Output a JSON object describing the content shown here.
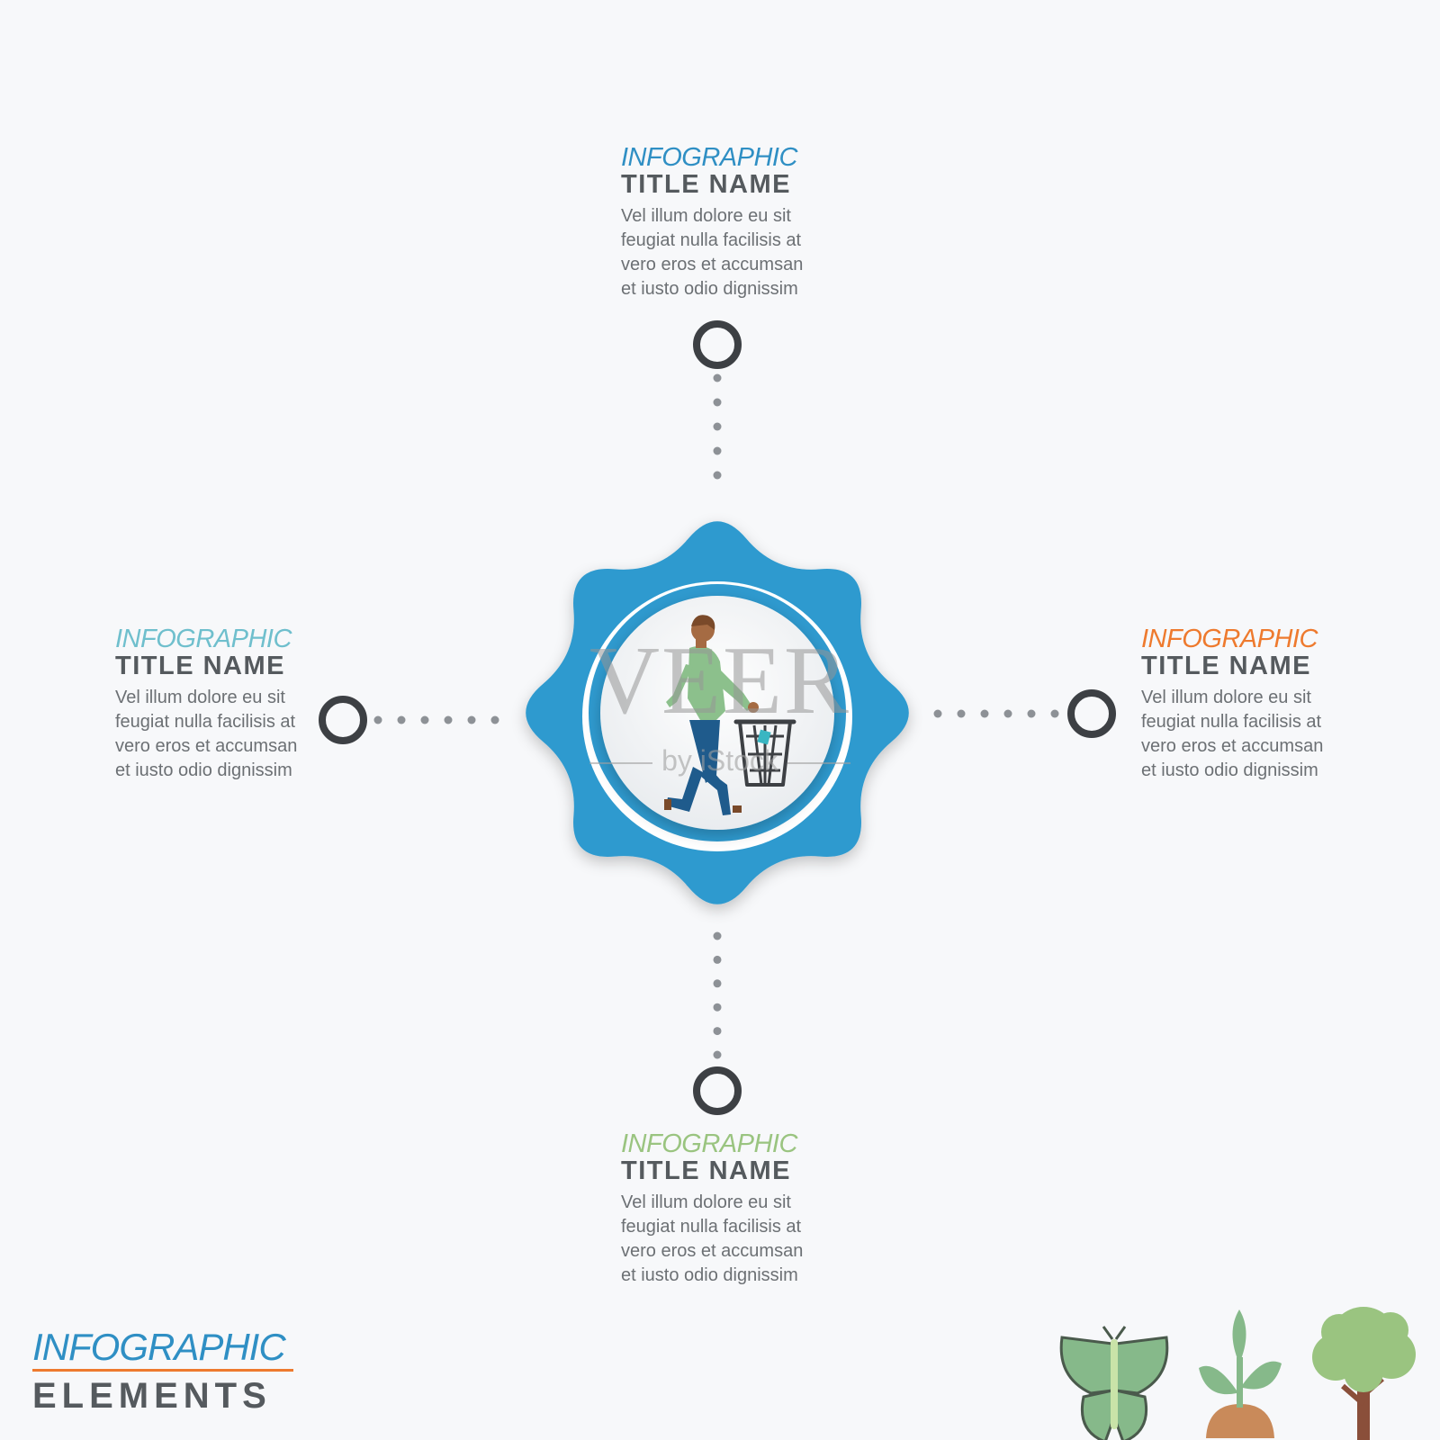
{
  "colors": {
    "star": "#2f9acf",
    "node": "#3d4044",
    "dots": "#8d9196",
    "top": "#2f8fc4",
    "left": "#6fbfcd",
    "right": "#ee7a2e",
    "bottom": "#9ac480",
    "footer_accent": "#2f8fc4",
    "footer_rule": "#ee7a2e"
  },
  "blocks": {
    "top": {
      "kicker": "INFOGRAPHIC",
      "title": "TITLE NAME",
      "lines": [
        "Vel illum dolore eu sit",
        "feugiat nulla facilisis at",
        "vero eros et accumsan",
        "et iusto odio dignissim"
      ]
    },
    "left": {
      "kicker": "INFOGRAPHIC",
      "title": "TITLE NAME",
      "lines": [
        "Vel illum dolore eu sit",
        "feugiat nulla facilisis at",
        "vero eros et accumsan",
        "et iusto odio dignissim"
      ]
    },
    "right": {
      "kicker": "INFOGRAPHIC",
      "title": "TITLE NAME",
      "lines": [
        "Vel illum dolore eu sit",
        "feugiat nulla facilisis at",
        "vero eros et accumsan",
        "et iusto odio dignissim"
      ]
    },
    "bottom": {
      "kicker": "INFOGRAPHIC",
      "title": "TITLE NAME",
      "lines": [
        "Vel illum dolore eu sit",
        "feugiat nulla facilisis at",
        "vero eros et accumsan",
        "et iusto odio dignissim"
      ]
    }
  },
  "footer": {
    "kicker": "INFOGRAPHIC",
    "title": "ELEMENTS"
  },
  "center_icon": "person-recycling-icon",
  "corner_icons": [
    "butterfly-icon",
    "sprout-icon",
    "tree-icon"
  ],
  "watermark": {
    "main": "VEER",
    "sub": "by iStock"
  }
}
